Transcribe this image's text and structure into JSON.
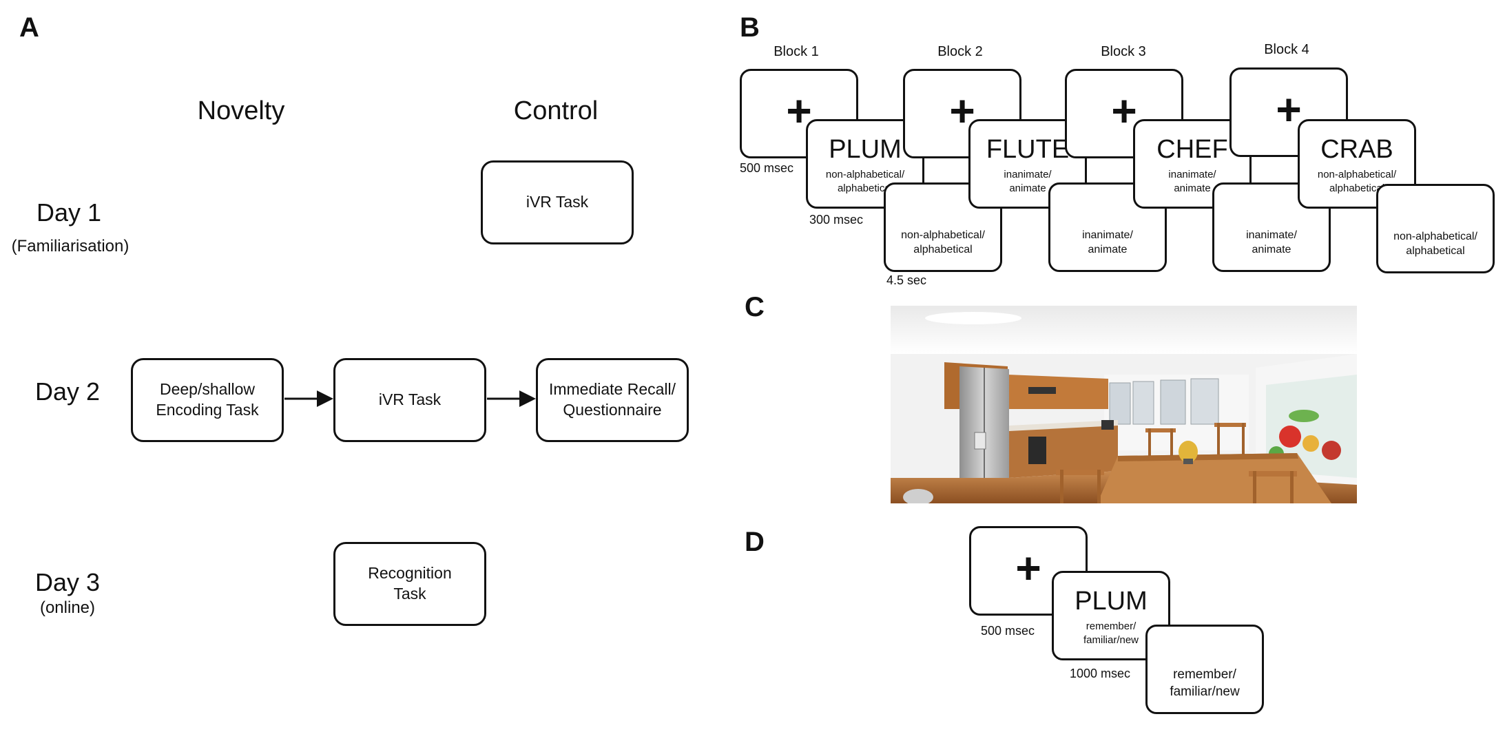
{
  "panels": {
    "a": "A",
    "b": "B",
    "c": "C",
    "d": "D"
  },
  "panel_a": {
    "columns": {
      "novelty": "Novelty",
      "control": "Control"
    },
    "days": [
      {
        "label": "Day 1",
        "sub": "(Familiarisation)"
      },
      {
        "label": "Day 2",
        "sub": ""
      },
      {
        "label": "Day 3",
        "sub": "(online)"
      }
    ],
    "boxes": {
      "ivr_day1": "iVR Task",
      "encoding": "Deep/shallow\nEncoding Task",
      "ivr_day2": "iVR Task",
      "recall": "Immediate Recall/\nQuestionnaire",
      "recognition": "Recognition\nTask"
    }
  },
  "panel_b": {
    "fixation": "+",
    "blocks": [
      {
        "label": "Block 1",
        "word": "PLUM",
        "task": "non-alphabetical/\nalphabetical",
        "response": "non-alphabetical/\nalphabetical"
      },
      {
        "label": "Block 2",
        "word": "FLUTE",
        "task": "inanimate/\nanimate",
        "response": "inanimate/\nanimate"
      },
      {
        "label": "Block 3",
        "word": "CHEF",
        "task": "inanimate/\nanimate",
        "response": "inanimate/\nanimate"
      },
      {
        "label": "Block 4",
        "word": "CRAB",
        "task": "non-alphabetical/\nalphabetical",
        "response": "non-alphabetical/\nalphabetical"
      }
    ],
    "timings": {
      "fixation": "500 msec",
      "word": "300 msec",
      "response": "4.5 sec"
    }
  },
  "panel_d": {
    "fixation": "+",
    "word": "PLUM",
    "task": "remember/\nfamiliar/new",
    "response": "remember/\nfamiliar/new",
    "timings": {
      "fixation": "500 msec",
      "word": "1000 msec"
    }
  },
  "colors": {
    "stroke": "#111111",
    "wood": "#b8743a",
    "wall": "#f4f4f4"
  }
}
